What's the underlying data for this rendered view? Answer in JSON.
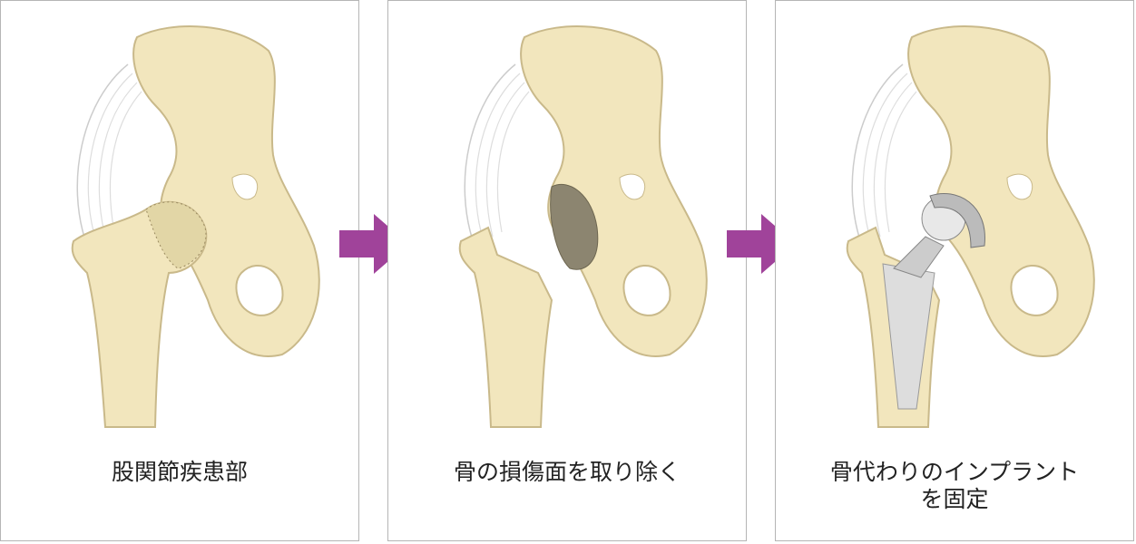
{
  "panels": [
    {
      "caption_line1": "股関節疾患部",
      "caption_line2": ""
    },
    {
      "caption_line1": "骨の損傷面を取り除く",
      "caption_line2": ""
    },
    {
      "caption_line1": "骨代わりのインプラント",
      "caption_line2": "を固定"
    }
  ],
  "colors": {
    "bone": "#f2e6bd",
    "bone_edge": "#c9b98a",
    "arrow": "#a0439a",
    "border": "#b5b5b5"
  }
}
